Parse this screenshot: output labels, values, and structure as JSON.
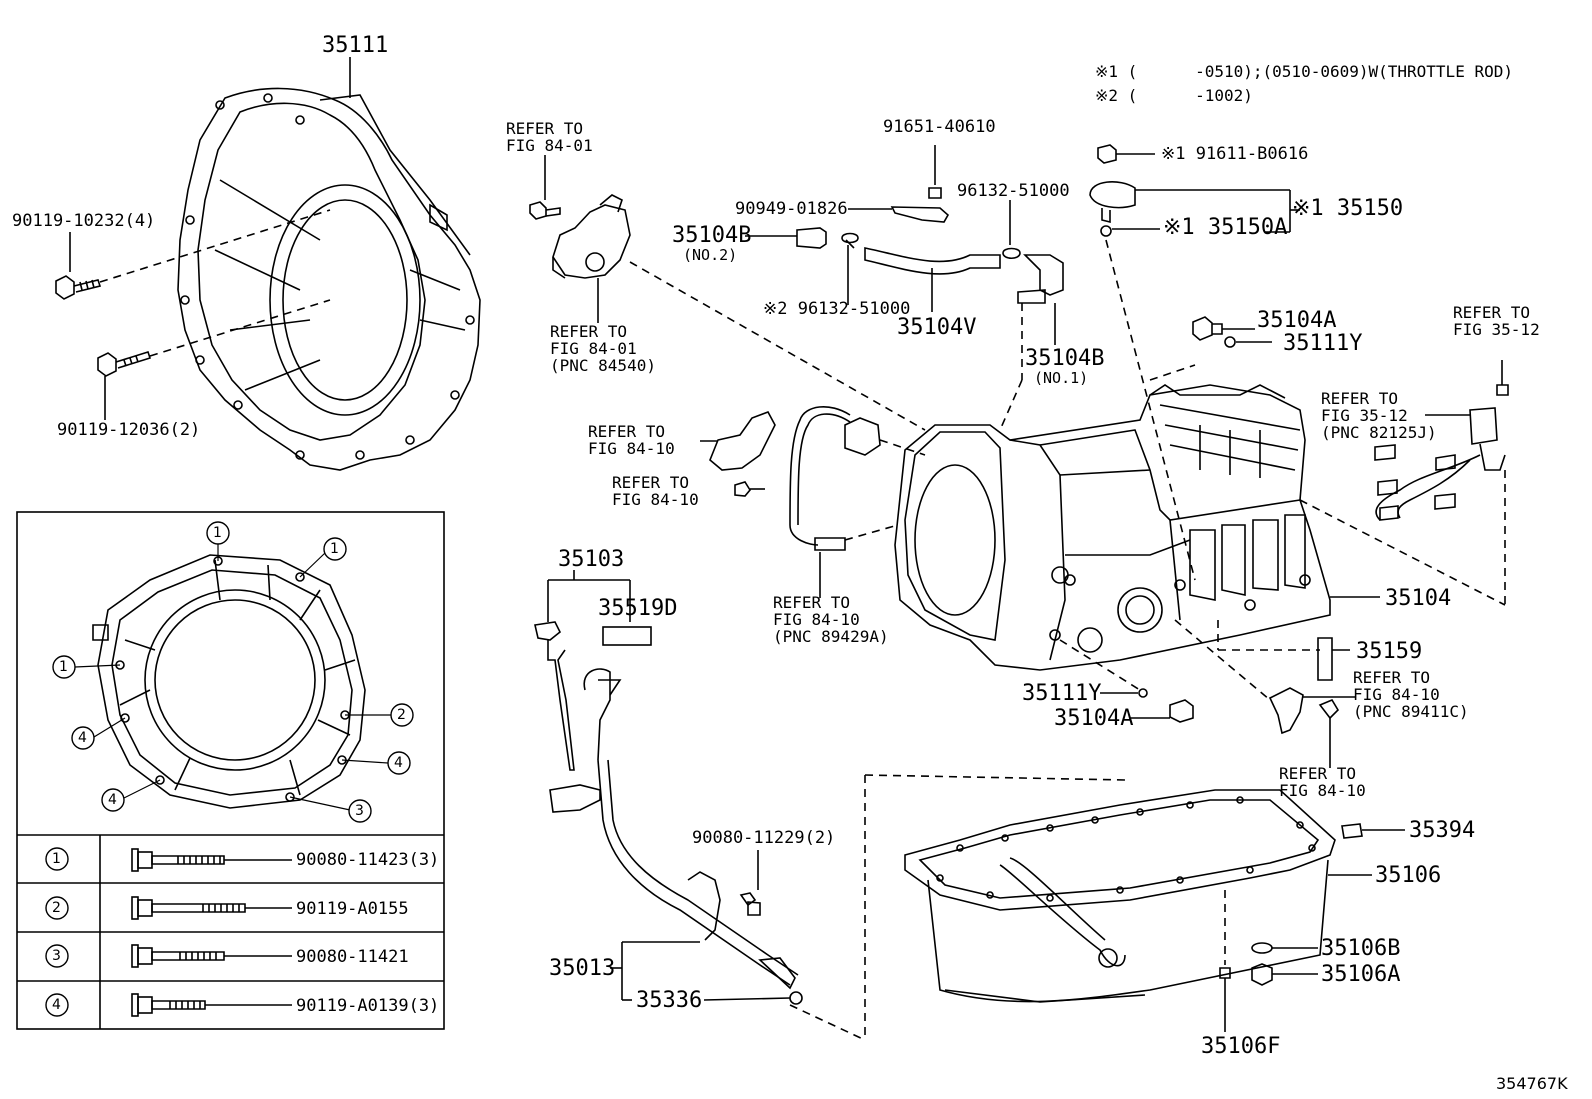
{
  "notes": [
    "※1 (      -0510);(0510-0609)W(THROTTLE ROD)",
    "※2 (      -1002)"
  ],
  "labels": {
    "p35111": "35111",
    "p90119_10232": "90119-10232(4)",
    "p90119_12036": "90119-12036(2)",
    "ref_top1": "REFER TO",
    "ref_top2": "FIG 84-01",
    "ref_mid1": "REFER TO",
    "ref_mid2": "FIG 84-01",
    "ref_mid3": "(PNC 84540)",
    "p91651": "91651-40610",
    "p90949": "90949-01826",
    "p96132_top": "96132-51000",
    "p35104B_left": "35104B",
    "no2": "(NO.2)",
    "p96132_bot": "※2 96132-51000",
    "p35104V": "35104V",
    "p35104B_right": "35104B",
    "no1": "(NO.1)",
    "p91611": "※1 91611-B0616",
    "p35150": "※1 35150",
    "p35150A": "※1 35150A",
    "p35104A_top": "35104A",
    "p35111Y_top": "35111Y",
    "ref35_12a_1": "REFER TO",
    "ref35_12a_2": "FIG 35-12",
    "ref35_12b_1": "REFER TO",
    "ref35_12b_2": "FIG 35-12",
    "ref35_12b_3": "(PNC 82125J)",
    "ref84_10a_1": "REFER TO",
    "ref84_10a_2": "FIG 84-10",
    "ref84_10b_1": "REFER TO",
    "ref84_10b_2": "FIG 84-10",
    "ref84_10c_1": "REFER TO",
    "ref84_10c_2": "FIG 84-10",
    "ref84_10c_3": "(PNC 89429A)",
    "p35103": "35103",
    "p35519D": "35519D",
    "p35104": "35104",
    "p35159": "35159",
    "ref84_10d_1": "REFER TO",
    "ref84_10d_2": "FIG 84-10",
    "ref84_10d_3": "(PNC 89411C)",
    "p35111Y_bot": "35111Y",
    "p35104A_bot": "35104A",
    "ref84_10e_1": "REFER TO",
    "ref84_10e_2": "FIG 84-10",
    "p90080_11229": "90080-11229(2)",
    "p35394": "35394",
    "p35106": "35106",
    "p35106B": "35106B",
    "p35106A": "35106A",
    "p35013": "35013",
    "p35336": "35336",
    "p35106F": "35106F",
    "figure_id": "354767K"
  },
  "inset_callouts": [
    "1",
    "1",
    "1",
    "2",
    "4",
    "4",
    "4",
    "3"
  ],
  "bolt_table": [
    {
      "key": "1",
      "part": "90080-11423(3)"
    },
    {
      "key": "2",
      "part": "90119-A0155"
    },
    {
      "key": "3",
      "part": "90080-11421"
    },
    {
      "key": "4",
      "part": "90119-A0139(3)"
    }
  ]
}
